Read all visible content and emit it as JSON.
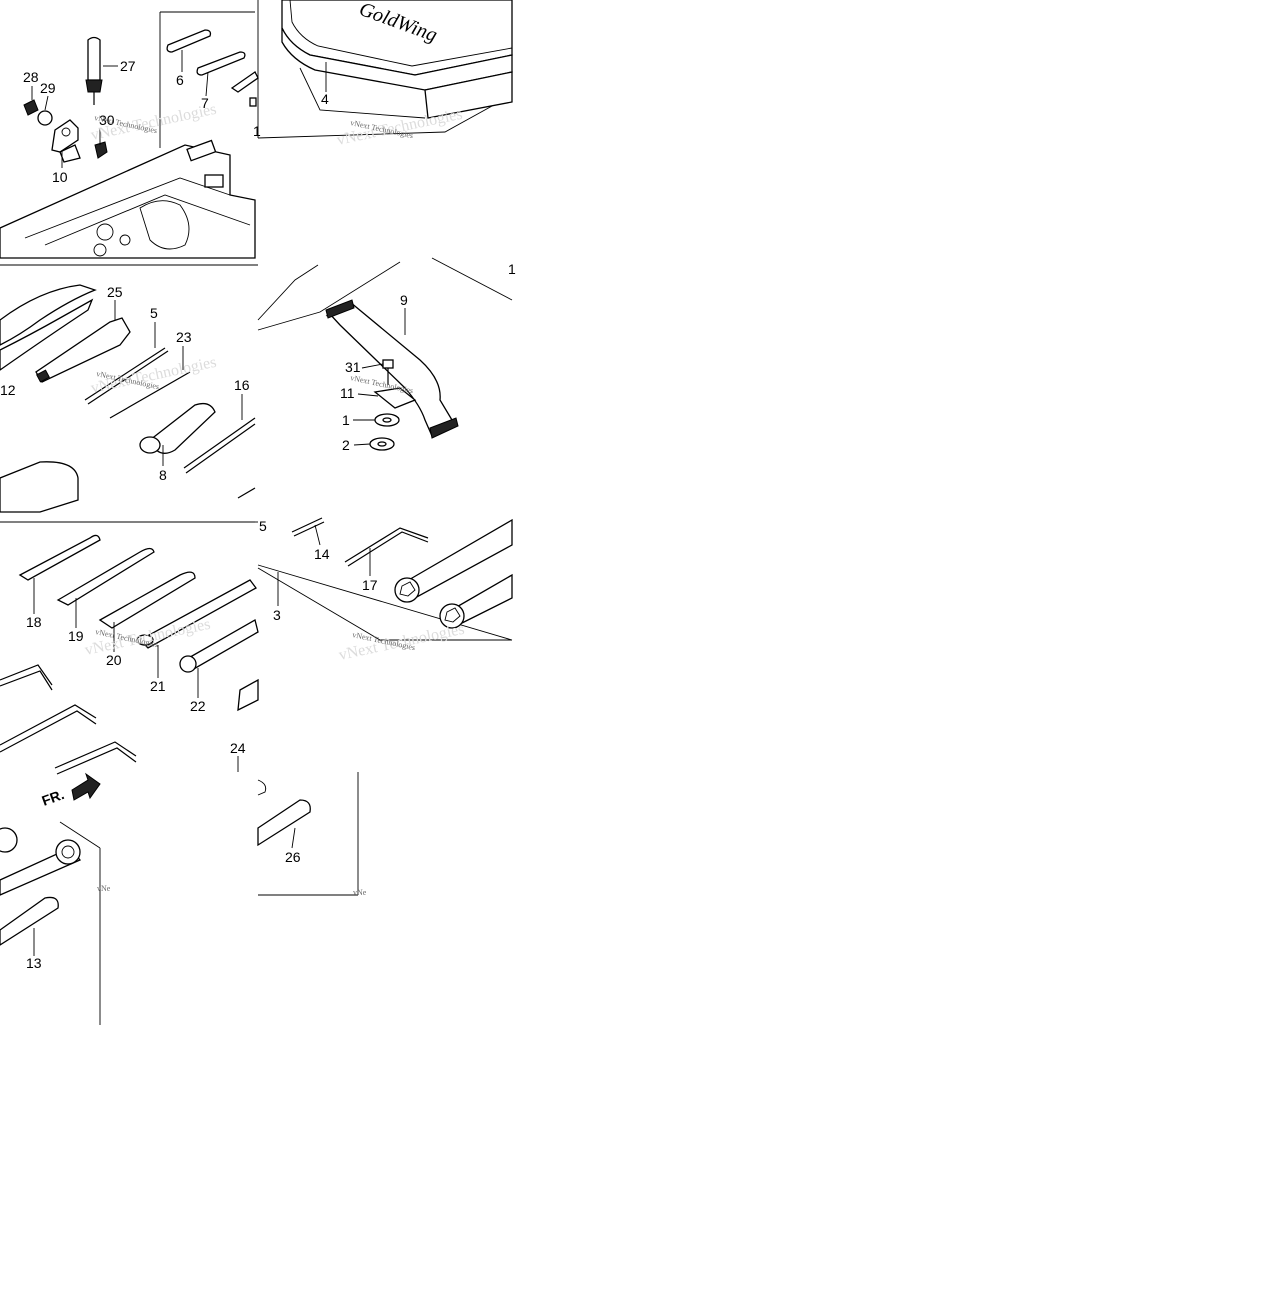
{
  "diagram": {
    "callouts": [
      {
        "id": "28",
        "text": "28"
      },
      {
        "id": "29",
        "text": "29"
      },
      {
        "id": "27",
        "text": "27"
      },
      {
        "id": "6",
        "text": "6"
      },
      {
        "id": "7",
        "text": "7"
      },
      {
        "id": "4",
        "text": "4"
      },
      {
        "id": "30",
        "text": "30"
      },
      {
        "id": "10",
        "text": "10"
      },
      {
        "id": "1a",
        "text": "1"
      },
      {
        "id": "1b",
        "text": "1"
      },
      {
        "id": "25",
        "text": "25"
      },
      {
        "id": "5a",
        "text": "5"
      },
      {
        "id": "23",
        "text": "23"
      },
      {
        "id": "16",
        "text": "16"
      },
      {
        "id": "12",
        "text": "12"
      },
      {
        "id": "8",
        "text": "8"
      },
      {
        "id": "9",
        "text": "9"
      },
      {
        "id": "31",
        "text": "31"
      },
      {
        "id": "11",
        "text": "11"
      },
      {
        "id": "1c",
        "text": "1"
      },
      {
        "id": "2",
        "text": "2"
      },
      {
        "id": "5b",
        "text": "5"
      },
      {
        "id": "14",
        "text": "14"
      },
      {
        "id": "17",
        "text": "17"
      },
      {
        "id": "3",
        "text": "3"
      },
      {
        "id": "18",
        "text": "18"
      },
      {
        "id": "19",
        "text": "19"
      },
      {
        "id": "20",
        "text": "20"
      },
      {
        "id": "21",
        "text": "21"
      },
      {
        "id": "22",
        "text": "22"
      },
      {
        "id": "24",
        "text": "24"
      },
      {
        "id": "26",
        "text": "26"
      },
      {
        "id": "13",
        "text": "13"
      }
    ],
    "direction_arrow": "FR.",
    "watermark": "vNext Technologies",
    "watermark_partial": "vNe",
    "case_logo_text": "GoldWing"
  }
}
